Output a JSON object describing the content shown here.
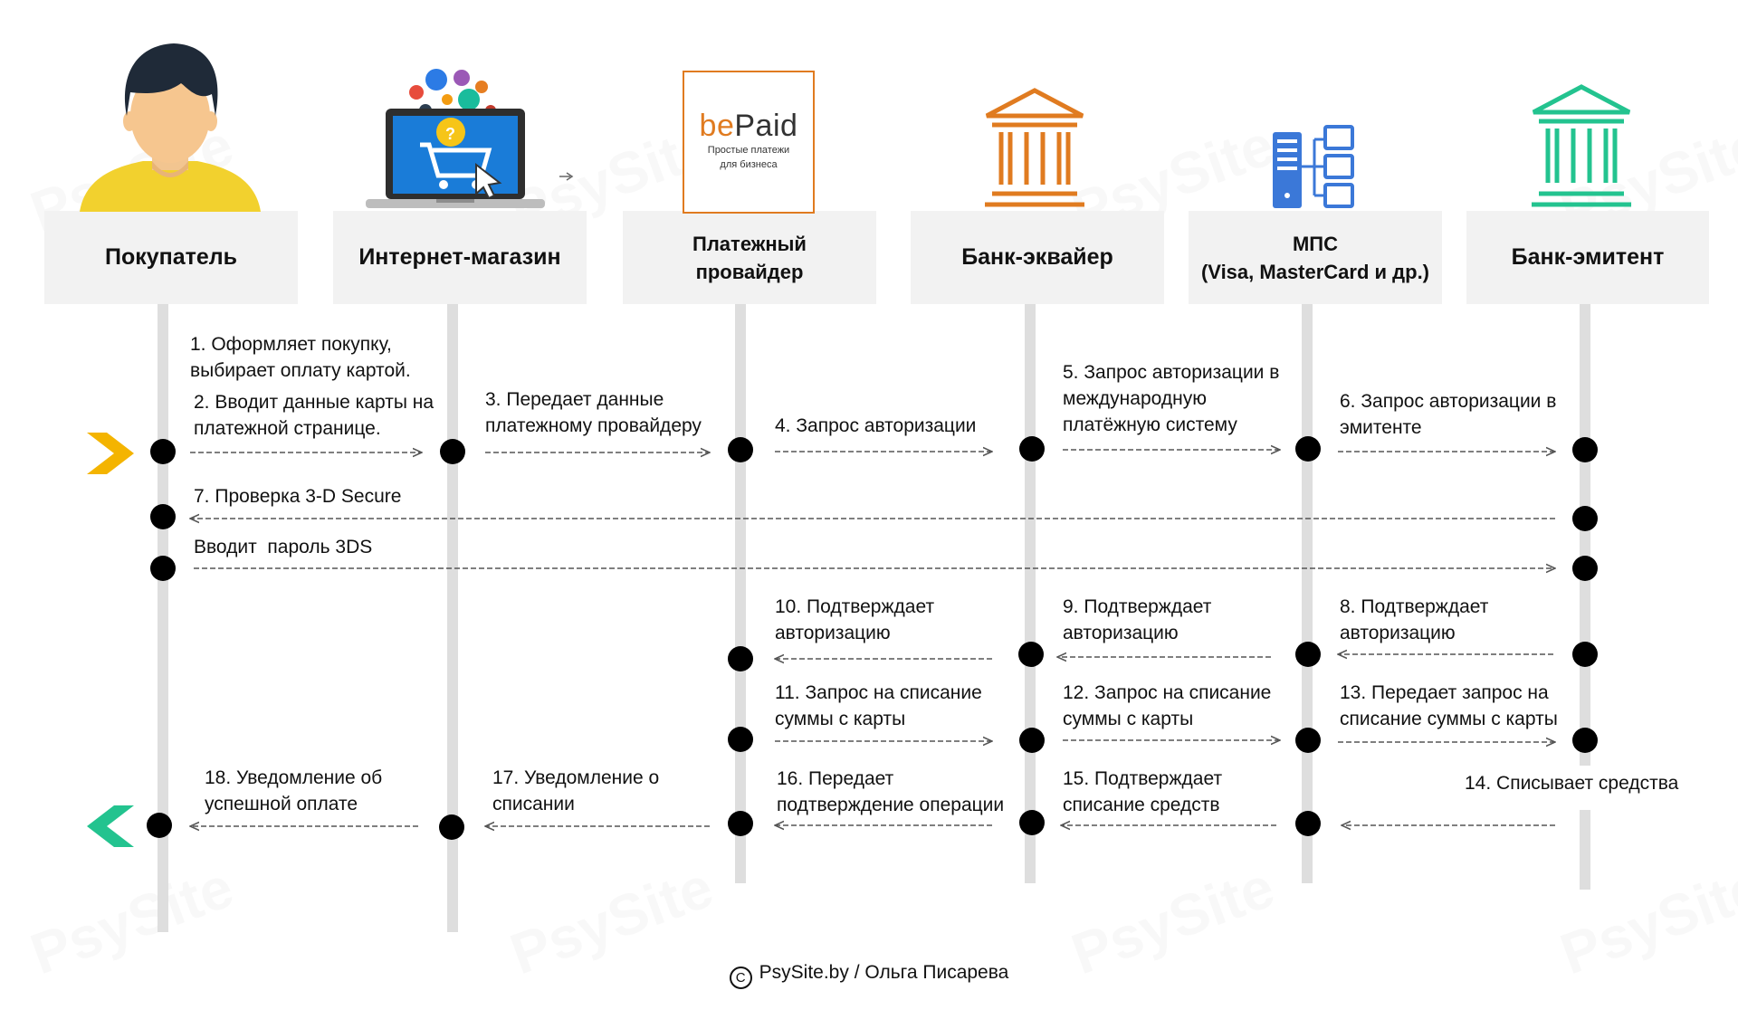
{
  "watermark": "PsySite",
  "actors": [
    {
      "id": "buyer",
      "label": "Покупатель"
    },
    {
      "id": "shop",
      "label": "Интернет-магазин"
    },
    {
      "id": "provider",
      "label": "Платежный\nпровайдер"
    },
    {
      "id": "acquirer",
      "label": "Банк-эквайер"
    },
    {
      "id": "mps",
      "label": "МПС\n(Visa, MasterCard и др.)"
    },
    {
      "id": "issuer",
      "label": "Банк-эмитент"
    }
  ],
  "logo": {
    "brand_a": "be",
    "brand_b": "Paid",
    "tagline": "Простые платежи\nдля бизнеса"
  },
  "messages": [
    {
      "label": "1. Оформляет покупку,\nвыбирает оплату картой."
    },
    {
      "label": "2. Вводит данные карты на\nплатежной странице."
    },
    {
      "label": "3. Передает данные\nплатежному провайдеру"
    },
    {
      "label": "4. Запрос авторизации"
    },
    {
      "label": "5. Запрос авторизации в\nмеждународную\nплатёжную систему"
    },
    {
      "label": "6. Запрос авторизации в\nэмитенте"
    },
    {
      "label": "7. Проверка 3-D Secure"
    },
    {
      "label": "Вводит  пароль 3DS"
    },
    {
      "label": "8. Подтверждает\nавторизацию"
    },
    {
      "label": "9. Подтверждает\nавторизацию"
    },
    {
      "label": "10. Подтверждает\nавторизацию"
    },
    {
      "label": "11. Запрос на списание\nсуммы с карты"
    },
    {
      "label": "12. Запрос на списание\nсуммы с карты"
    },
    {
      "label": "13. Передает запрос на\nсписание суммы с карты"
    },
    {
      "label": "14. Списывает средства"
    },
    {
      "label": "15. Подтверждает\nсписание средств"
    },
    {
      "label": "16. Передает\nподтверждение операции"
    },
    {
      "label": "17. Уведомление о\nсписании"
    },
    {
      "label": "18. Уведомление об\nуспешной оплате"
    }
  ],
  "credit": "PsySite.by / Ольга Писарева",
  "colors": {
    "bank_acquirer": "#e07b20",
    "bank_issuer": "#23c38f",
    "server": "#3b78d8",
    "start_chevron": "#f4b400",
    "end_chevron": "#23c38f",
    "lifeline": "#dedede",
    "card": "#f2f2f2"
  }
}
